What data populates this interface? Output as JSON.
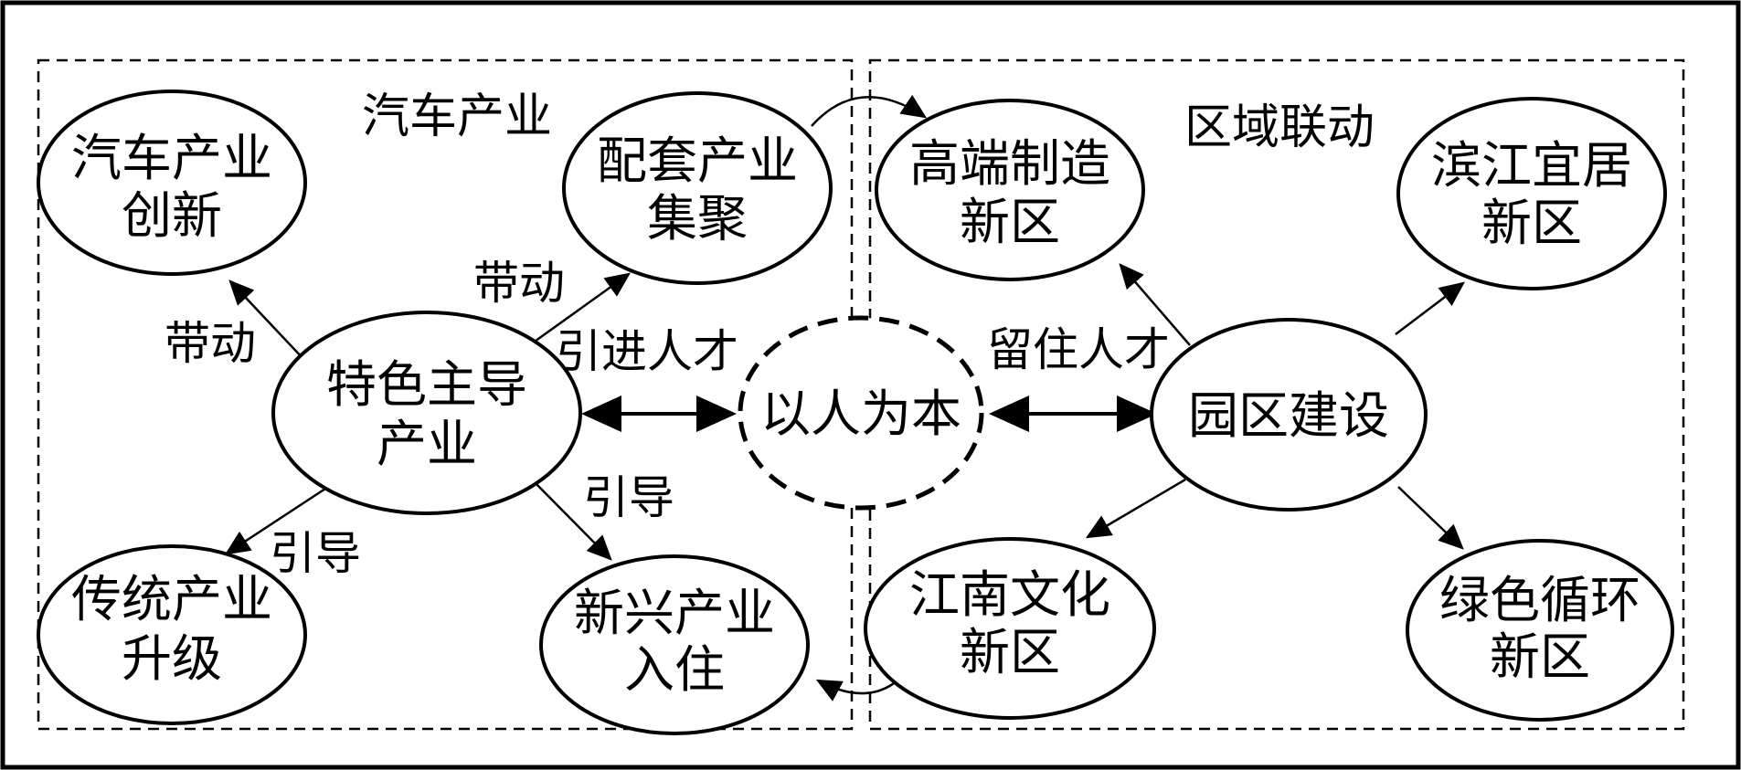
{
  "diagram": {
    "sections": {
      "left_title": "汽车产业",
      "right_title": "区域联动"
    },
    "center": {
      "label": "以人为本"
    },
    "left_hub": {
      "line1": "特色主导",
      "line2": "产业"
    },
    "right_hub": {
      "line1": "园区建设"
    },
    "left_nodes": {
      "innovation": {
        "line1": "汽车产业",
        "line2": "创新"
      },
      "supporting": {
        "line1": "配套产业",
        "line2": "集聚"
      },
      "traditional": {
        "line1": "传统产业",
        "line2": "升级"
      },
      "emerging": {
        "line1": "新兴产业",
        "line2": "入住"
      }
    },
    "right_nodes": {
      "high_end": {
        "line1": "高端制造",
        "line2": "新区"
      },
      "riverside": {
        "line1": "滨江宜居",
        "line2": "新区"
      },
      "jiangnan": {
        "line1": "江南文化",
        "line2": "新区"
      },
      "green": {
        "line1": "绿色循环",
        "line2": "新区"
      }
    },
    "edge_labels": {
      "drive_left": "带动",
      "drive_top": "带动",
      "attract_talent": "引进人才",
      "retain_talent": "留住人才",
      "guide_bottom_left": "引导",
      "guide_bottom_right": "引导"
    }
  }
}
